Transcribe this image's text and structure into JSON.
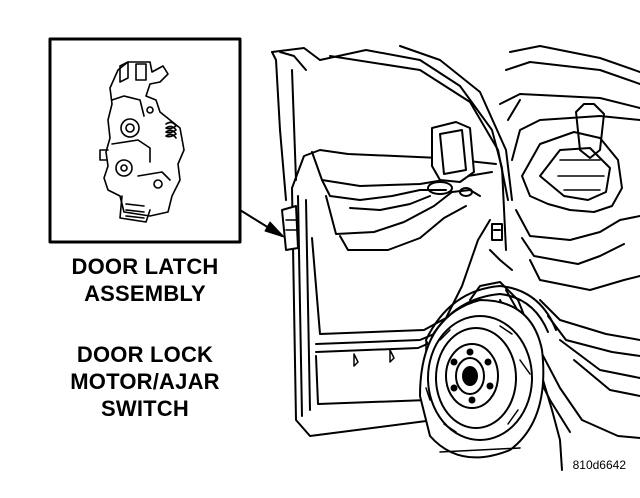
{
  "labels": {
    "latch_line1": "DOOR LATCH",
    "latch_line2": "ASSEMBLY",
    "motor_line1": "DOOR LOCK",
    "motor_line2": "MOTOR/AJAR",
    "motor_line3": "SWITCH"
  },
  "figure_code": "810d6642",
  "colors": {
    "line": "#000000",
    "background": "#ffffff"
  }
}
